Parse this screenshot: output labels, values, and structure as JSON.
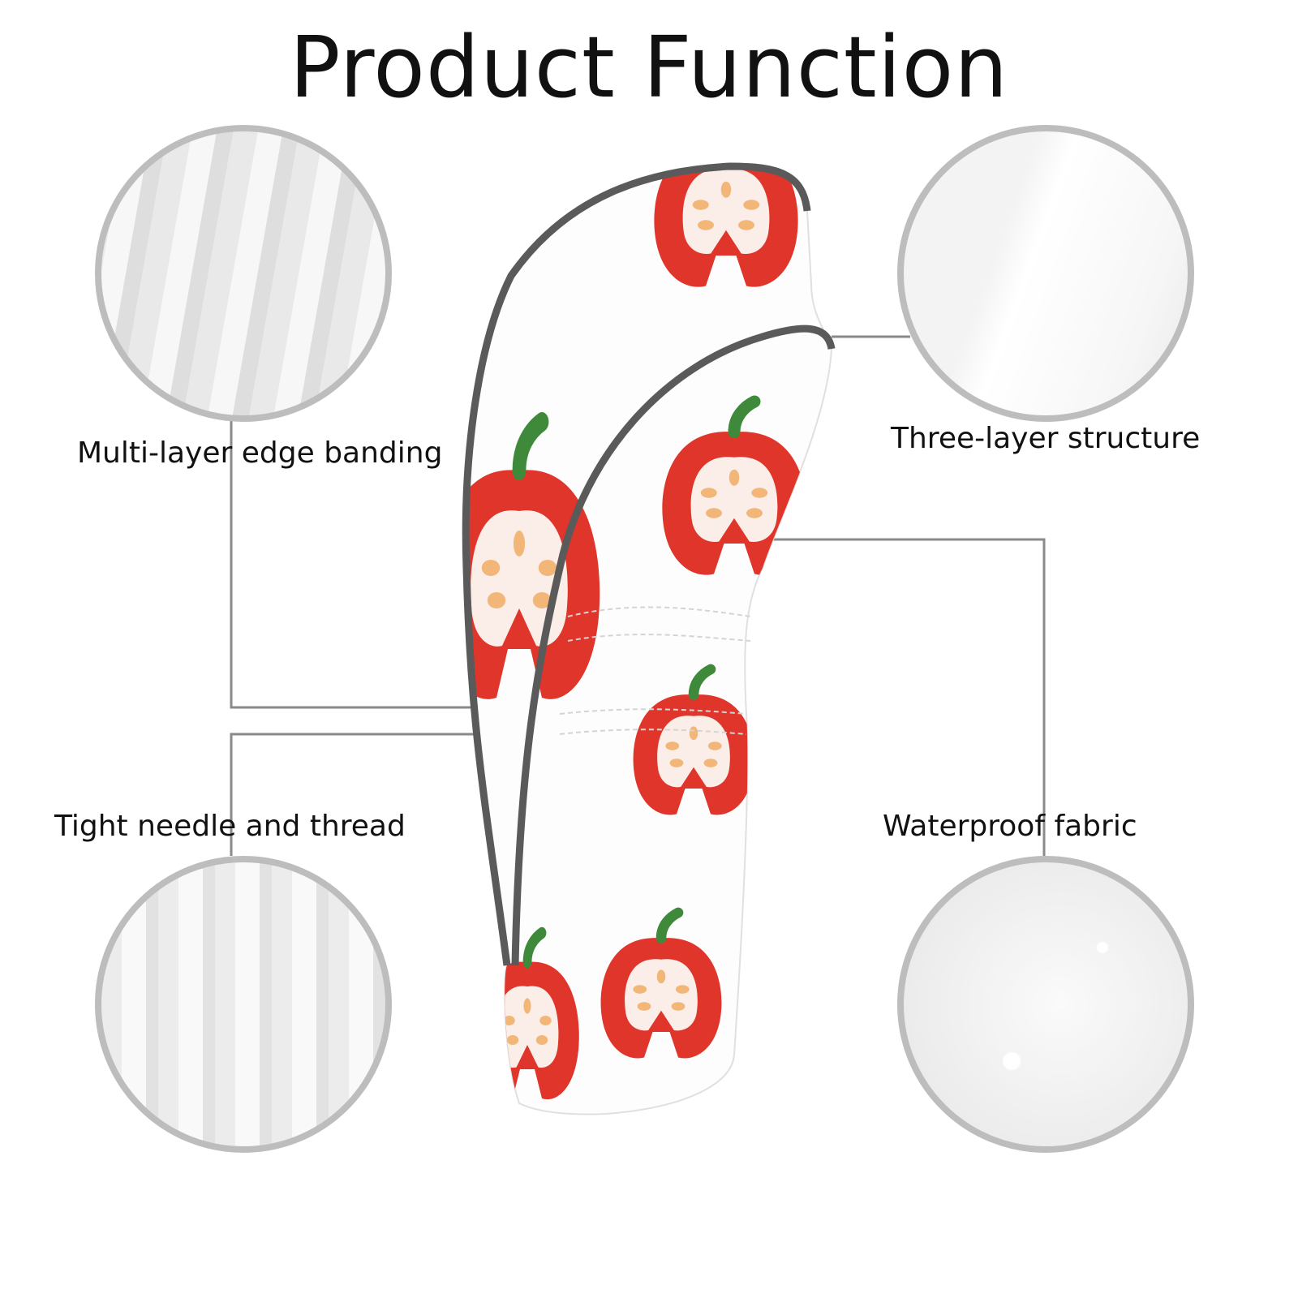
{
  "title": "Product Function",
  "features": {
    "edge_banding": "Multi-layer edge banding",
    "three_layer": "Three-layer structure",
    "needle_thread": "Tight needle and thread",
    "waterproof": "Waterproof fabric"
  },
  "colors": {
    "pepper_red": "#e0352b",
    "stem_green": "#3f8a3a",
    "trim_gray": "#555555",
    "circle_border": "#bdbdbd"
  }
}
